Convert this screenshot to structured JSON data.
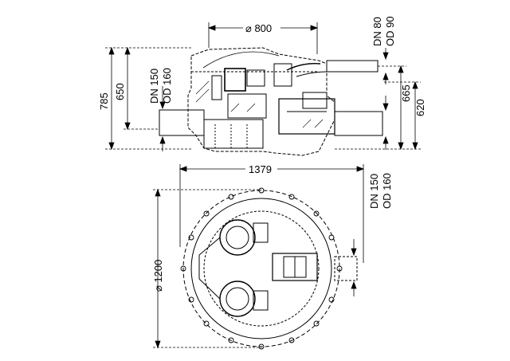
{
  "drawing": {
    "side_view": {
      "diameter_label": "⌀ 800",
      "height_total": "785",
      "height_inlet": "650",
      "height_outlet_top": "665",
      "height_outlet": "620",
      "pipe_small": [
        "DN 80",
        "OD 90"
      ],
      "pipe_large": [
        "DN 150",
        "OD 160"
      ]
    },
    "top_view": {
      "width_label": "1379",
      "diameter_label": "⌀ 1200",
      "pipe_large": [
        "DN 150",
        "OD 160"
      ]
    }
  }
}
